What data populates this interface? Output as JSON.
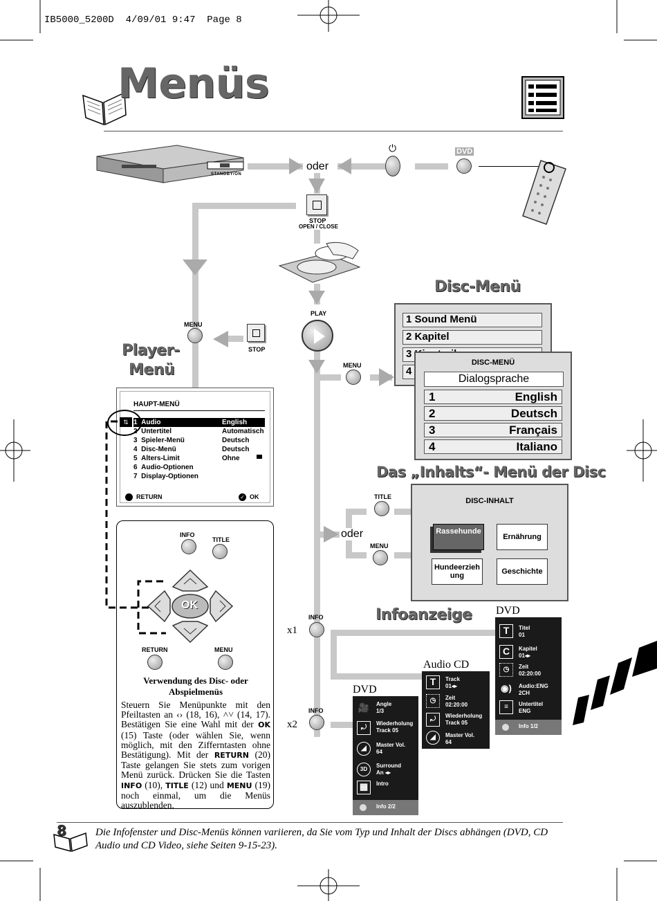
{
  "header_line": {
    "file": "IB5000_5200D",
    "date": "4/09/01",
    "time": "9:47",
    "page_label": "Page",
    "page_num": "8"
  },
  "title": "Menüs",
  "labels": {
    "standby": "STANDBY/ON",
    "oder1": "oder",
    "oder2": "oder",
    "dvd_badge": "DVD",
    "stop_open": "STOP",
    "open_close": "OPEN / CLOSE",
    "play": "PLAY",
    "menu1": "MENU",
    "stop2": "STOP",
    "menu2": "MENU",
    "title_btn": "TITLE",
    "menu3": "MENU",
    "info1": "INFO",
    "info2": "INFO",
    "x1": "x1",
    "x2": "x2"
  },
  "disc_menu": {
    "heading": "Disc-Menü",
    "rows": [
      "1  Sound Menü",
      "2  Kapitel",
      "3  Kinotrailer",
      "4"
    ],
    "sub_title": "DISC-MENÜ",
    "sub_head": "Dialogsprache",
    "sub_rows": [
      {
        "n": "1",
        "t": "English"
      },
      {
        "n": "2",
        "t": "Deutsch"
      },
      {
        "n": "3",
        "t": "Français"
      },
      {
        "n": "4",
        "t": "Italiano"
      }
    ]
  },
  "player_menu": {
    "heading_1": "Player-",
    "heading_2": "Menü",
    "title": "HAUPT-MENÜ",
    "rows": [
      {
        "n": "1",
        "l": "Audio",
        "v": "English"
      },
      {
        "n": "2",
        "l": "Untertitel",
        "v": "Automatisch"
      },
      {
        "n": "3",
        "l": "Spieler-Menü",
        "v": "Deutsch"
      },
      {
        "n": "4",
        "l": "Disc-Menü",
        "v": "Deutsch"
      },
      {
        "n": "5",
        "l": "Alters-Limit",
        "v": "Ohne"
      },
      {
        "n": "6",
        "l": "Audio-Optionen",
        "v": ""
      },
      {
        "n": "7",
        "l": "Display-Optionen",
        "v": ""
      }
    ],
    "return": "RETURN",
    "ok": "OK"
  },
  "remote": {
    "info": "INFO",
    "title": "TITLE",
    "ok": "OK",
    "return": "RETURN",
    "menu": "MENU"
  },
  "usage": {
    "heading": "Verwendung des Disc- oder Abspielmenüs",
    "p1": "Steuern Sie Menüpunkte mit den Pfeiltasten an ‹› (18, 16), ˄˅ (14, 17). Bestätigen Sie eine Wahl mit der",
    "ok_kw": "OK",
    "p2": "(15) Taste (oder wählen Sie, wenn möglich, mit den Zifferntasten ohne Bestätigung). Mit der",
    "return_kw": "RETURN",
    "p3": "(20) Taste gelangen Sie stets zum vorigen Menü zurück. Drücken Sie die Tasten",
    "info_kw": "INFO",
    "p4": "(10),",
    "title_kw": "TITLE",
    "p5": "(12) und",
    "menu_kw": "MENU",
    "p6": "(19) noch einmal, um die Menüs auszublenden."
  },
  "inhalt": {
    "heading": "Das „Inhalts“- Menü der Disc",
    "title": "DISC-INHALT",
    "tiles": [
      "Rassehunde",
      "Ernährung",
      "Hundeerzieh ung",
      "Geschichte"
    ]
  },
  "infoanzeige": {
    "heading": "Infoanzeige",
    "dvd1_label": "DVD",
    "dvd1": [
      {
        "k": "Titel",
        "v": "01"
      },
      {
        "k": "Kapitel",
        "v": "01◂▸"
      },
      {
        "k": "Zeit",
        "v": "02:20:00"
      },
      {
        "k": "Audio:ENG",
        "v": "2CH"
      },
      {
        "k": "Untertitel",
        "v": "ENG"
      }
    ],
    "dvd1_foot": "Info 1/2",
    "cd_label": "Audio CD",
    "cd": [
      {
        "k": "Track",
        "v": "01◂▸"
      },
      {
        "k": "Zeit",
        "v": "02:20:00"
      },
      {
        "k": "Wiederholung",
        "v": "Track 05"
      },
      {
        "k": "Master Vol.",
        "v": "64"
      }
    ],
    "dvd2_label": "DVD",
    "dvd2": [
      {
        "k": "Angle",
        "v": "1/3"
      },
      {
        "k": "Wiederholung",
        "v": "Track 05"
      },
      {
        "k": "Master Vol.",
        "v": "64"
      },
      {
        "k": "Surround",
        "v": "An ◂▸"
      },
      {
        "k": "Intro",
        "v": ""
      }
    ],
    "dvd2_foot": "Info 2/2"
  },
  "footer": {
    "page": "8",
    "note": "Die Infofenster und Disc-Menüs können variieren, da Sie vom Typ und Inhalt der Discs abhängen (DVD, CD Audio und CD Video, siehe Seiten 9-15-23)."
  }
}
